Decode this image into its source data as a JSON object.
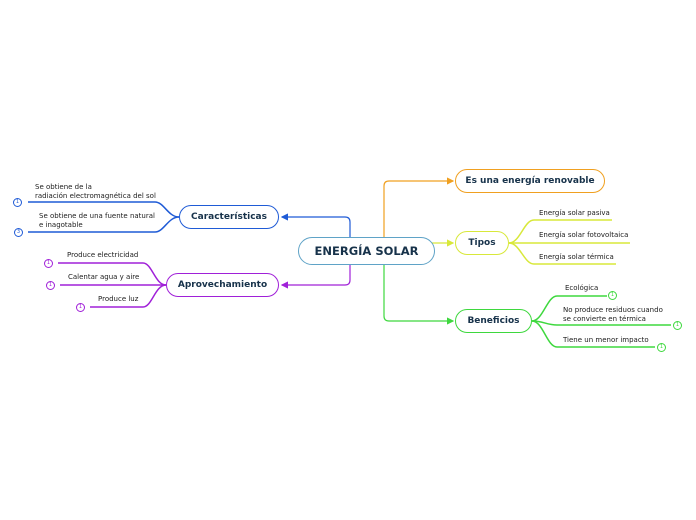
{
  "central": {
    "label": "ENERGÍA SOLAR",
    "color": "#5fa3c7"
  },
  "branches": {
    "caracteristicas": {
      "label": "Características",
      "color": "#1f5bd6",
      "leaves": [
        "Se obtiene de la\nradiación electromagnética del sol",
        "Se obtiene de una fuente natural\ne inagotable"
      ]
    },
    "aprovechamiento": {
      "label": "Aprovechamiento",
      "color": "#a020d8",
      "leaves": [
        "Produce electricidad",
        "Calentar agua y aire",
        "Produce luz"
      ]
    },
    "renovable": {
      "label": "Es una energía renovable",
      "color": "#f0a020"
    },
    "tipos": {
      "label": "Tipos",
      "color": "#d8e83a",
      "leaves": [
        "Energía solar pasiva",
        "Energía solar fotovoltaica",
        "Energía solar térmica"
      ]
    },
    "beneficios": {
      "label": "Beneficios",
      "color": "#3ed83e",
      "leaves": [
        "Ecológica",
        "No produce residuos cuando\nse convierte en térmica",
        "Tiene un menor impacto"
      ]
    }
  },
  "icons": {
    "leaf_badge": "note-count-icon"
  }
}
